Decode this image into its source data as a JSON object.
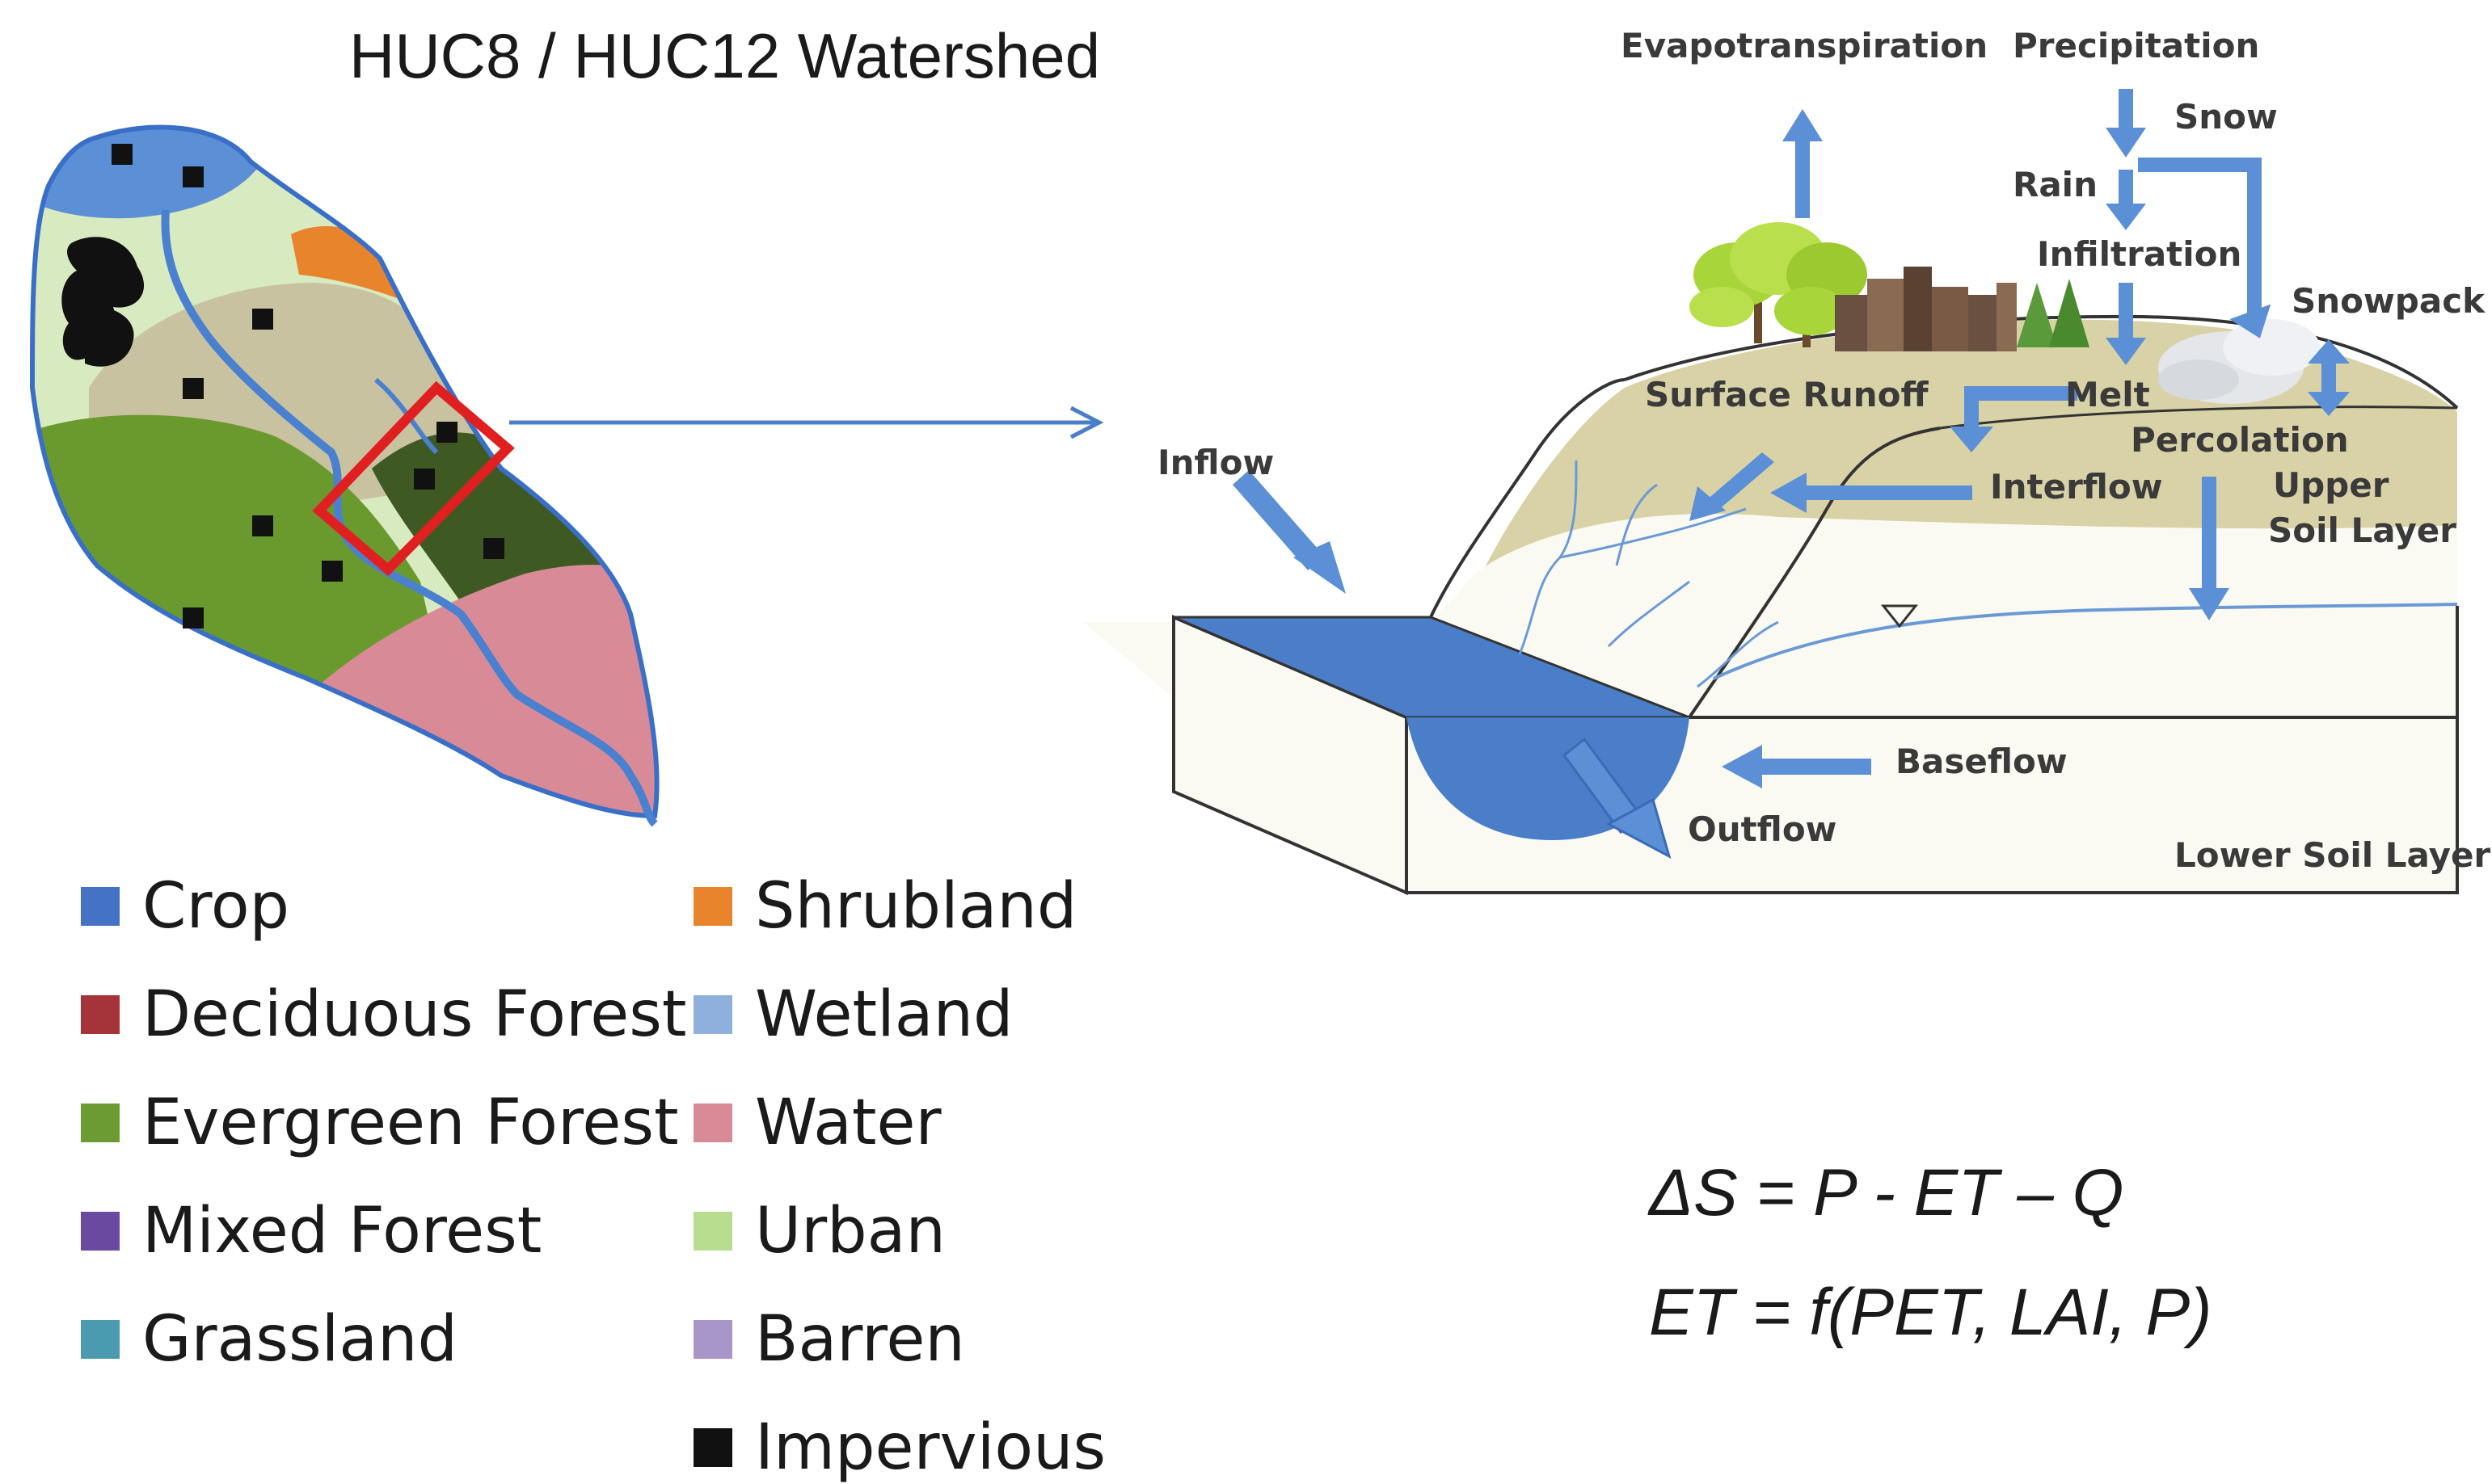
{
  "title": "HUC8 / HUC12 Watershed",
  "legend": [
    {
      "label": "Crop",
      "color": "#4472c4"
    },
    {
      "label": "Deciduous Forest",
      "color": "#a5333a"
    },
    {
      "label": "Evergreen Forest",
      "color": "#6d9b33"
    },
    {
      "label": "Mixed Forest",
      "color": "#6a4aa0"
    },
    {
      "label": "Grassland",
      "color": "#4a9ab0"
    },
    {
      "label": "Shrubland",
      "color": "#e8842c"
    },
    {
      "label": "Wetland",
      "color": "#8fb0dc"
    },
    {
      "label": "Water",
      "color": "#d98a97"
    },
    {
      "label": "Urban",
      "color": "#b9dd8f"
    },
    {
      "label": "Barren",
      "color": "#a896c8"
    },
    {
      "label": "Impervious",
      "color": "#111111"
    }
  ],
  "map_colors": {
    "crop": "#5b8fd6",
    "urban": "#d8eac0",
    "shrub": "#e8842c",
    "grass_tan": "#c8c2a0",
    "evergreen": "#6a9a2e",
    "dark_forest": "#3e5a22",
    "water": "#d98a97",
    "river": "#4a80d0",
    "outline": "#3a6fc8",
    "highlight": "#e02020"
  },
  "process_labels": {
    "evapotranspiration": "Evapotranspiration",
    "precipitation": "Precipitation",
    "snow": "Snow",
    "rain": "Rain",
    "infiltration": "Infiltration",
    "snowpack": "Snowpack",
    "surface_runoff": "Surface Runoff",
    "melt": "Melt",
    "percolation": "Percolation",
    "inflow": "Inflow",
    "interflow": "Interflow",
    "upper_soil_line1": "Upper",
    "upper_soil_line2": "Soil Layer",
    "baseflow": "Baseflow",
    "outflow": "Outflow",
    "lower_soil_layer": "Lower Soil Layer"
  },
  "equations": {
    "storage": "ΔS = P - ET – Q",
    "et": "ET = f(PET, LAI, P)"
  }
}
